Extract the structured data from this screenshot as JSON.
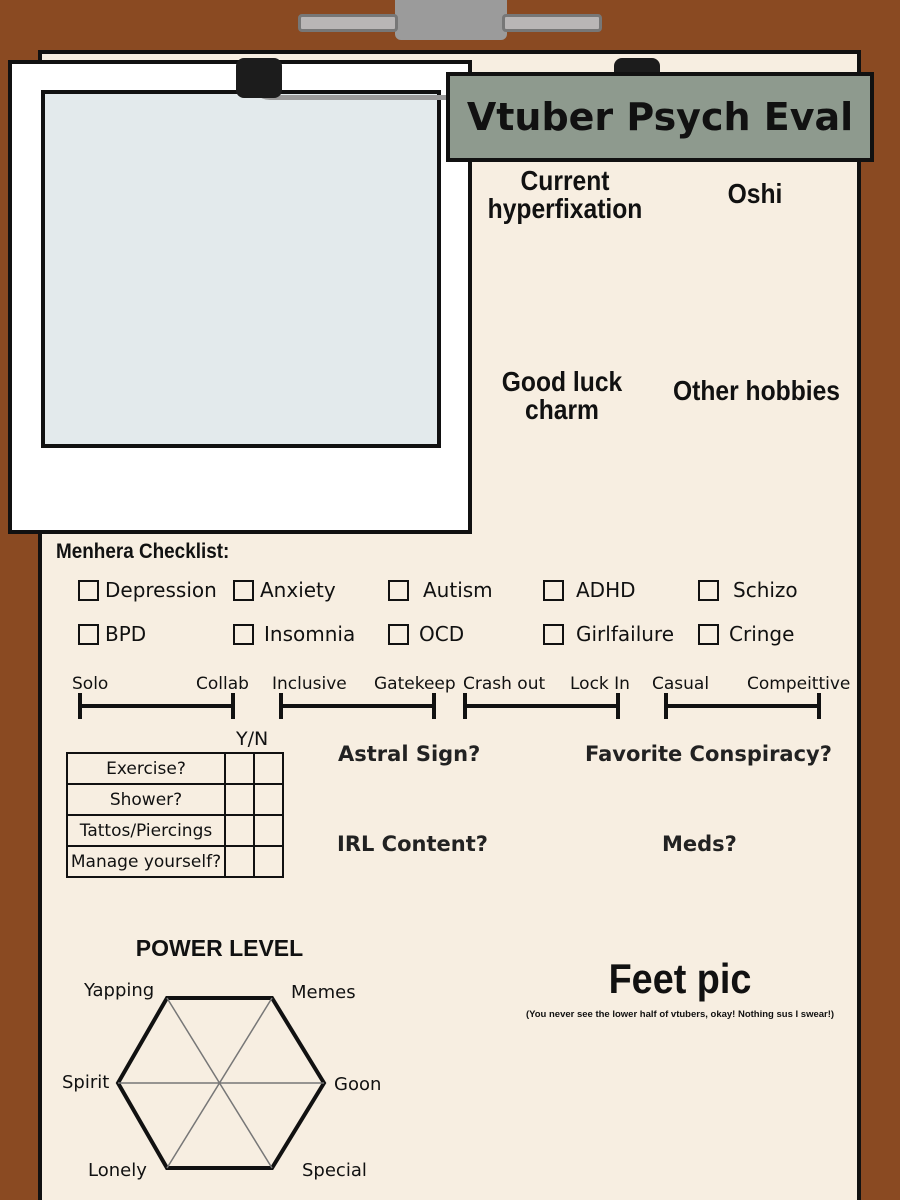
{
  "title": "Vtuber Psych Eval",
  "fields": {
    "current_hyperfixation": "Current hyperfixation",
    "oshi": "Oshi",
    "good_luck_charm": "Good luck charm",
    "other_hobbies": "Other hobbies"
  },
  "menhera": {
    "heading": "Menhera Checklist:",
    "items": [
      "Depression",
      "Anxiety",
      "Autism",
      "ADHD",
      "Schizo",
      "BPD",
      "Insomnia",
      "OCD",
      "Girlfailure",
      "Cringe"
    ]
  },
  "scales": [
    {
      "left": "Solo",
      "right": "Collab"
    },
    {
      "left": "Inclusive",
      "right": "Gatekeep"
    },
    {
      "left": "Crash out",
      "right": "Lock In"
    },
    {
      "left": "Casual",
      "right": "Compeittive"
    }
  ],
  "yn_table": {
    "header": "Y/N",
    "rows": [
      "Exercise?",
      "Shower?",
      "Tattos/Piercings",
      "Manage yourself?"
    ]
  },
  "questions": {
    "astral_sign": "Astral Sign?",
    "favorite_conspiracy": "Favorite Conspiracy?",
    "irl_content": "IRL Content?",
    "meds": "Meds?"
  },
  "power_level": {
    "heading": "POWER LEVEL",
    "axes": [
      "Yapping",
      "Memes",
      "Goon",
      "Special",
      "Lonely",
      "Spirit"
    ]
  },
  "feet_pic": {
    "heading": "Feet pic",
    "note": "(You never see the lower half of vtubers, okay! Nothing sus I swear!)"
  },
  "colors": {
    "background": "#8a4a22",
    "sheet": "#f7eee1",
    "title_box": "#8e9a8e",
    "photo_area": "#e3eaec"
  }
}
